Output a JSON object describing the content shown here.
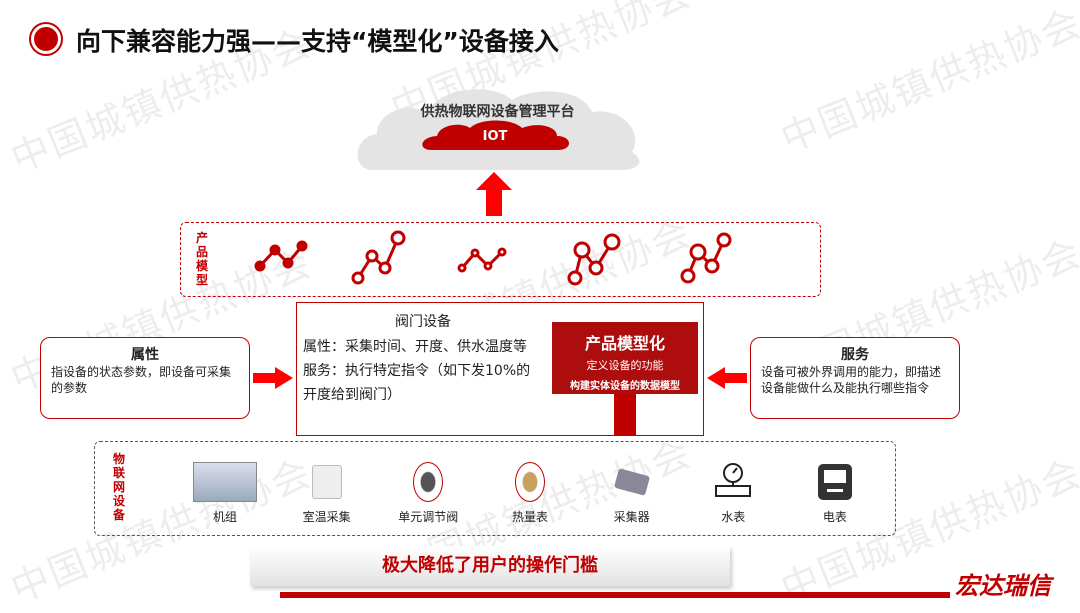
{
  "header": {
    "title": "向下兼容能力强——支持“模型化”设备接入"
  },
  "watermark": "中国城镇供热协会",
  "platform": {
    "title": "供热物联网设备管理平台",
    "core": "IOT"
  },
  "product_model": {
    "label": "产品模型"
  },
  "attribute": {
    "title": "属性",
    "desc": "指设备的状态参数，即设备可采集的参数"
  },
  "service": {
    "title": "服务",
    "desc": "设备可被外界调用的能力，即描述设备能做什么及能执行哪些指令"
  },
  "example": {
    "title": "阀门设备",
    "attr": "属性：采集时间、开度、供水温度等",
    "svc": "服务：执行特定指令（如下发10%的开度给到阀门）"
  },
  "overlay": {
    "title": "产品模型化",
    "line1": "定义设备的功能",
    "line2": "构建实体设备的数据模型"
  },
  "iot_devices": {
    "label": "物联网设备",
    "items": [
      {
        "label": "机组",
        "icon": "cabinet-icon"
      },
      {
        "label": "室温采集",
        "icon": "thermostat-icon"
      },
      {
        "label": "单元调节阀",
        "icon": "valve-icon"
      },
      {
        "label": "热量表",
        "icon": "heat-meter-icon"
      },
      {
        "label": "采集器",
        "icon": "collector-icon"
      },
      {
        "label": "水表",
        "icon": "water-meter-icon"
      },
      {
        "label": "电表",
        "icon": "electric-meter-icon"
      }
    ]
  },
  "banner": "极大降低了用户的操作门槛",
  "logo": "宏达瑞信",
  "colors": {
    "accent": "#c00000"
  }
}
